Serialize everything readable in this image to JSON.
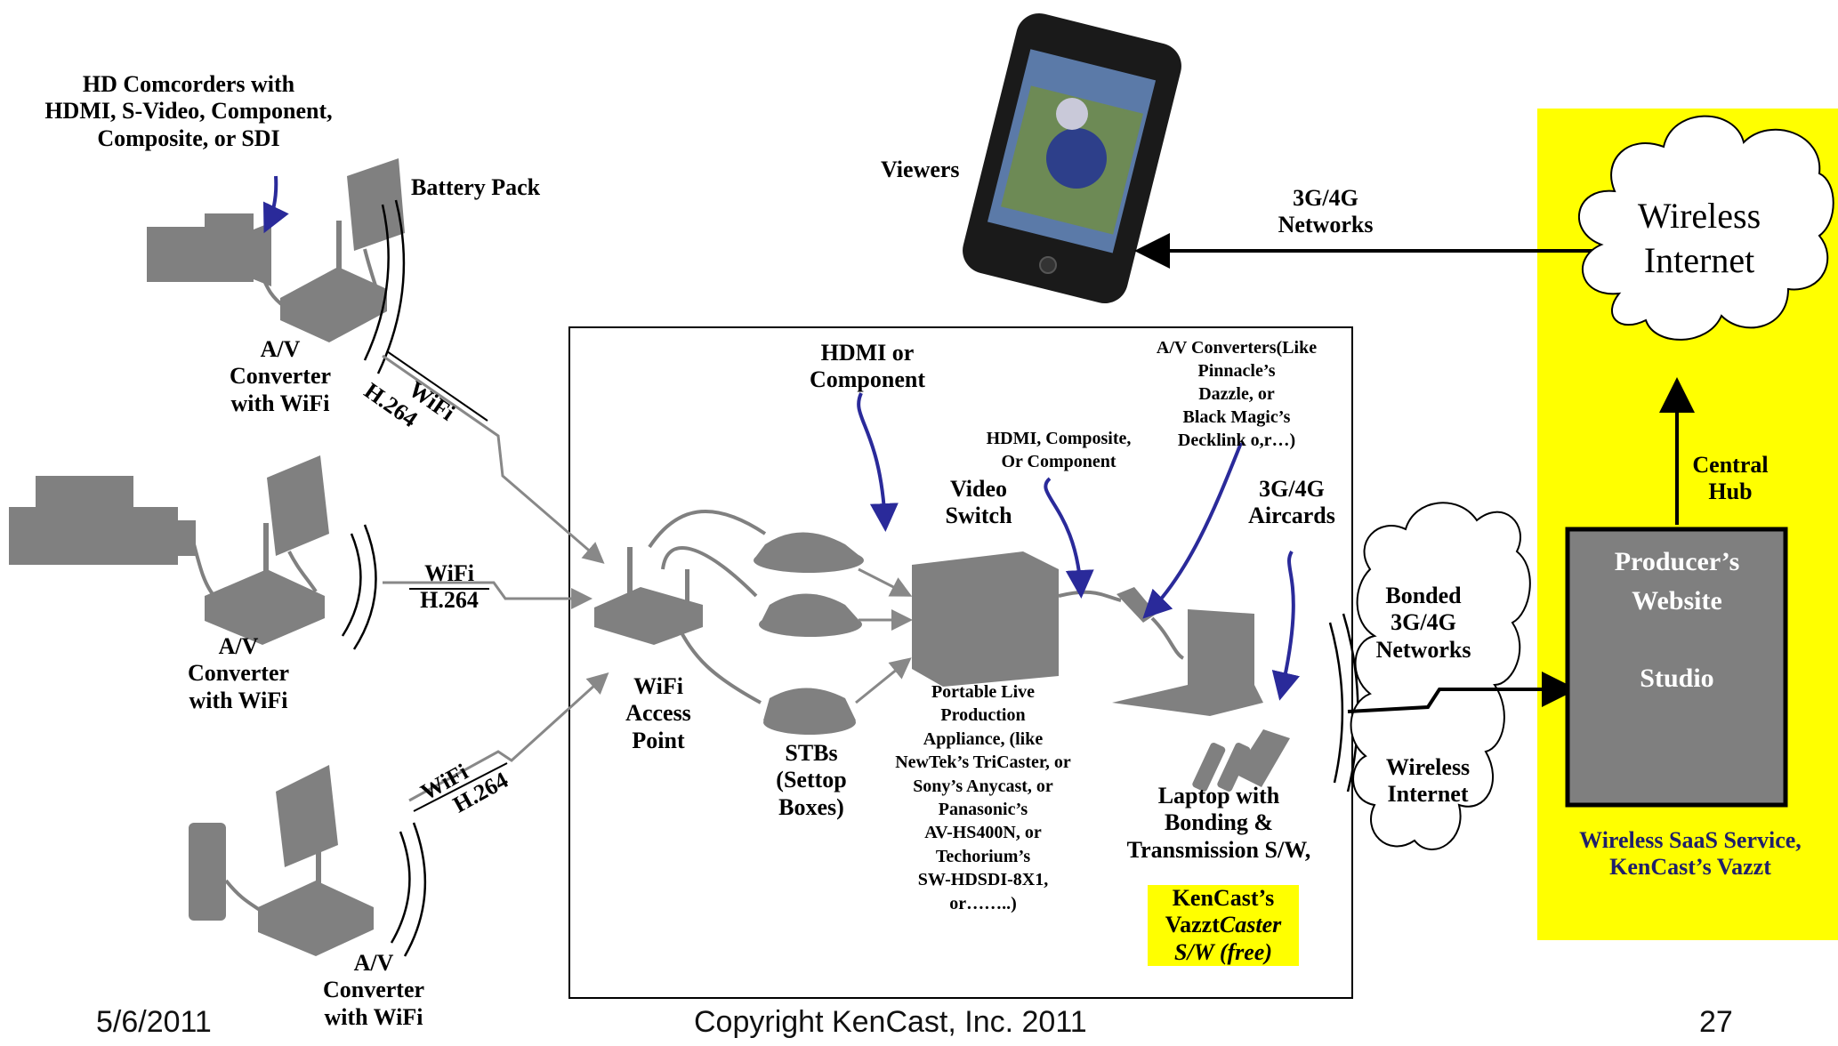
{
  "slide": {
    "date": "5/6/2011",
    "copyright": "Copyright KenCast, Inc. 2011",
    "page_number": "27"
  },
  "labels": {
    "camcorders": [
      "HD Comcorders with",
      "HDMI, S-Video, Component,",
      "Composite, or SDI"
    ],
    "battery_pack": "Battery Pack",
    "converter_top": [
      "A/V",
      "Converter",
      "with WiFi"
    ],
    "converter_mid": [
      "A/V",
      "Converter",
      "with WiFi"
    ],
    "converter_bottom": [
      "A/V",
      "Converter",
      "with WiFi"
    ],
    "wifi_top": [
      "WiFi",
      "H.264"
    ],
    "wifi_mid": [
      "WiFi",
      "H.264"
    ],
    "wifi_bottom": [
      "WiFi",
      "H.264"
    ],
    "viewers": "Viewers",
    "networks_3g4g": [
      "3G/4G",
      "Networks"
    ],
    "wireless_internet_top": [
      "Wireless",
      "Internet"
    ],
    "hdmi_component": [
      "HDMI or",
      "Component"
    ],
    "av_converters": [
      "A/V Converters(Like",
      "Pinnacle’s",
      "Dazzle, or",
      "Black Magic’s",
      "Decklink o,r…)"
    ],
    "hdmi_composite": [
      "HDMI, Composite,",
      "Or Component"
    ],
    "video_switch": [
      "Video",
      "Switch"
    ],
    "aircards": [
      "3G/4G",
      "Aircards"
    ],
    "central_hub": [
      "Central",
      "Hub"
    ],
    "wifi_access_point": [
      "WiFi",
      "Access",
      "Point"
    ],
    "stbs": [
      "STBs",
      "(Settop",
      "Boxes)"
    ],
    "appliance": [
      "Portable Live",
      "Production",
      "Appliance, (like",
      "NewTek’s TriCaster, or",
      "Sony’s Anycast, or",
      "Panasonic’s",
      "AV-HS400N, or",
      "Techorium’s",
      "SW-HDSDI-8X1,",
      "or……..)"
    ],
    "laptop": [
      "Laptop with",
      "Bonding &",
      "Transmission S/W,"
    ],
    "kencast_caster": [
      "KenCast’s",
      "Vazzt",
      "Caster",
      "S/W (free)"
    ],
    "bonded_networks": [
      "Bonded",
      "3G/4G",
      "Networks"
    ],
    "wireless_internet_bottom": [
      "Wireless",
      "Internet"
    ],
    "producer_box": [
      "Producer’s",
      "Website",
      "Studio"
    ],
    "saas": [
      "Wireless SaaS Service,",
      "KenCast’s Vazzt"
    ]
  },
  "colors": {
    "highlight": "#ffff00",
    "device_gray": "#808080",
    "arrow_blue": "#2a2a9a",
    "producer_fill": "#7f7f7f"
  }
}
